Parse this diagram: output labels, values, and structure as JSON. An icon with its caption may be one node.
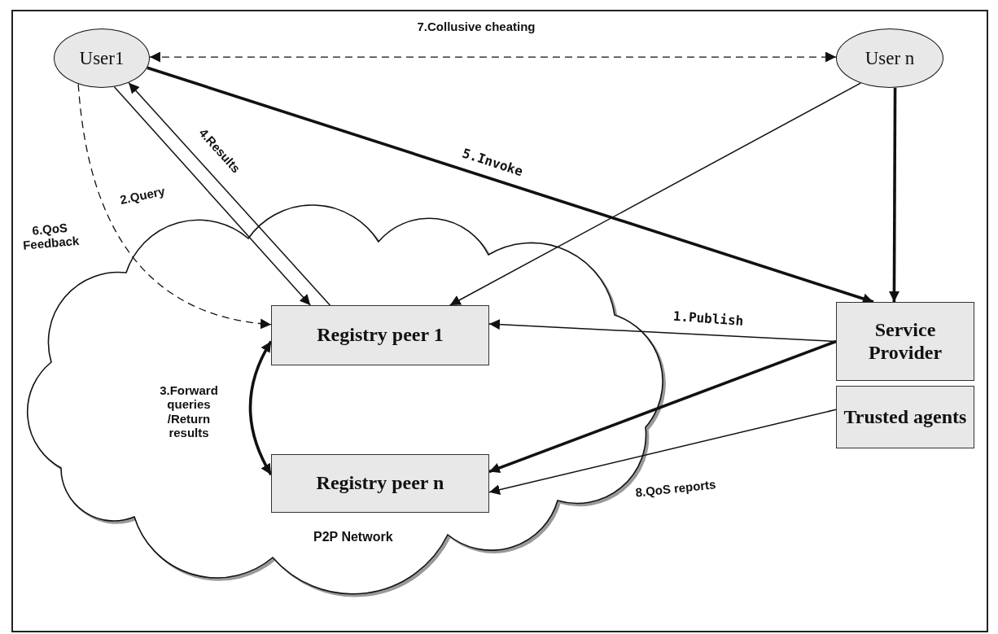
{
  "diagram": {
    "nodes": [
      {
        "text": [
          "User1"
        ]
      },
      {
        "text": [
          "User n"
        ]
      },
      {
        "text": [
          "P2P Network"
        ]
      },
      {
        "text": [
          "Registry peer 1"
        ],
        "in": 2
      },
      {
        "text": [
          "Registry peer n"
        ],
        "in": 2
      },
      {
        "text": [
          "Service Provider"
        ]
      },
      {
        "text": [
          "Trusted agents"
        ]
      }
    ],
    "edges": [
      {
        "from": 0,
        "to": 1,
        "arrow": "both",
        "style": "dashed",
        "label": "7.Collusive cheating"
      },
      {
        "from": 0,
        "to": 5,
        "arrow": "to",
        "style": "thick",
        "label": "5.Invoke"
      },
      {
        "from": 0,
        "to": 3,
        "arrow": "to",
        "label": "2.Query"
      },
      {
        "from": 3,
        "to": 0,
        "arrow": "to",
        "label": "4.Results"
      },
      {
        "from": 0,
        "to": 3,
        "arrow": "to",
        "style": "dashed",
        "label": "6.QoS Feedback"
      },
      {
        "from": 1,
        "to": 3,
        "arrow": "to"
      },
      {
        "from": 1,
        "to": 5,
        "arrow": "to",
        "style": "thick"
      },
      {
        "from": 5,
        "to": 3,
        "arrow": "to",
        "label": "1.Publish"
      },
      {
        "from": 5,
        "to": 4,
        "arrow": "to",
        "style": "thick"
      },
      {
        "from": 3,
        "to": 4,
        "arrow": "both",
        "style": "thick",
        "label": "3.Forward queries /Return results"
      },
      {
        "from": 6,
        "to": 4,
        "arrow": "to",
        "label": "8.QoS reports"
      }
    ]
  }
}
